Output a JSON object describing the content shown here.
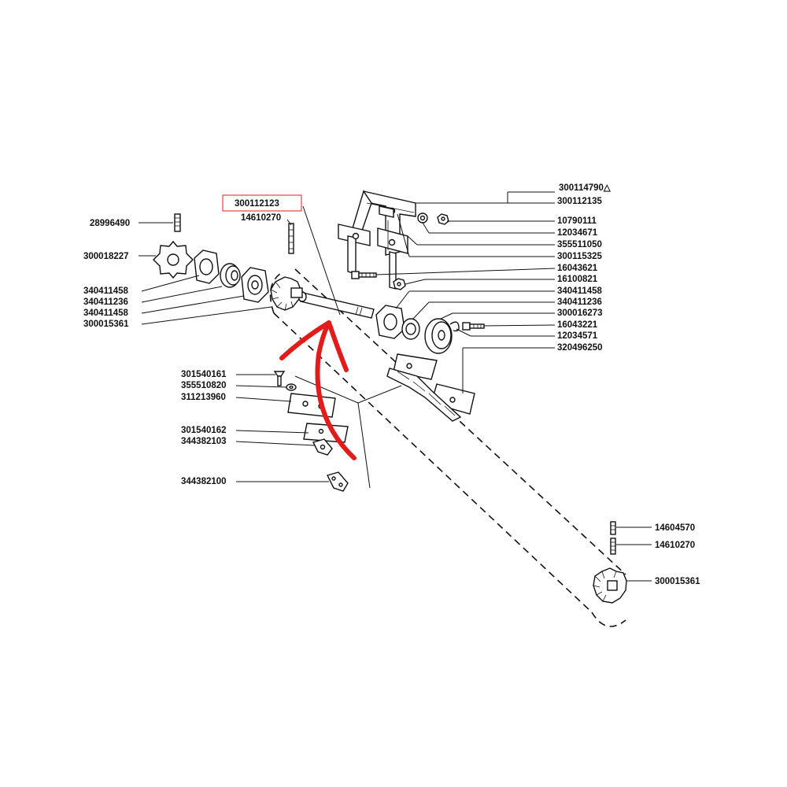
{
  "diagram": {
    "highlighted_part": "300112123",
    "highlight_color": "#e21b1b",
    "part_labels": [
      "300114790△",
      "300112135",
      "10790111",
      "12034671",
      "355511050",
      "300115325",
      "16043621",
      "16100821",
      "340411458",
      "340411236",
      "300016273",
      "16043221",
      "12034571",
      "320496250",
      "300112123",
      "14610270",
      "28996490",
      "300018227",
      "340411458",
      "340411236",
      "340411458",
      "300015361",
      "301540161",
      "355510820",
      "311213960",
      "301540162",
      "344382103",
      "344382100",
      "14604570",
      "14610270",
      "300015361"
    ]
  }
}
